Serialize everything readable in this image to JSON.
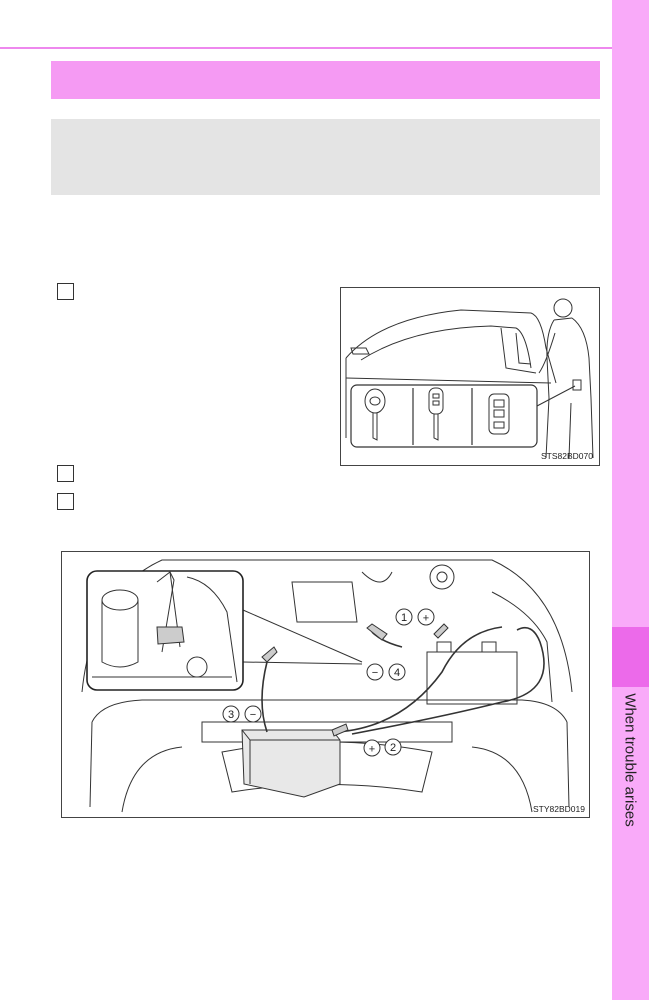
{
  "page": {
    "side_tab_label": "When trouble arises"
  },
  "figures": {
    "keys_figure_code": "STS82BD070",
    "engine_figure_code": "STY82BD019",
    "callouts": [
      "1",
      "2",
      "3",
      "4"
    ],
    "signs": {
      "plus": "+",
      "minus": "−"
    }
  },
  "colors": {
    "accent": "#f59af3",
    "side_tab": "#f9aaf9",
    "side_tab_active": "#ec6aea",
    "grey_band": "#e4e4e4"
  }
}
